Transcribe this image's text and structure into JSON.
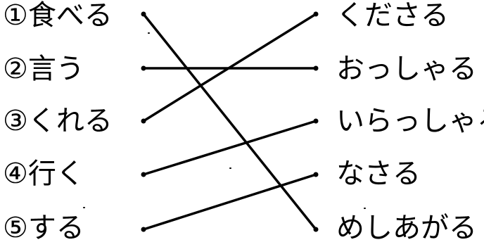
{
  "left_items": [
    {
      "marker": "①",
      "text": "食べる"
    },
    {
      "marker": "②",
      "text": "言う"
    },
    {
      "marker": "③",
      "text": "くれる"
    },
    {
      "marker": "④",
      "text": "行く"
    },
    {
      "marker": "⑤",
      "text": "する"
    }
  ],
  "right_items": [
    {
      "text": "くださる"
    },
    {
      "text": "おっしゃる"
    },
    {
      "text": "いらっしゃる"
    },
    {
      "text": "なさる"
    },
    {
      "text": "めしあがる"
    }
  ],
  "connections": [
    {
      "from": 1,
      "to": 5
    },
    {
      "from": 2,
      "to": 2
    },
    {
      "from": 3,
      "to": 1
    },
    {
      "from": 4,
      "to": 3
    },
    {
      "from": 5,
      "to": 4
    }
  ],
  "colors": {
    "ink": "#000000",
    "background": "#ffffff"
  }
}
